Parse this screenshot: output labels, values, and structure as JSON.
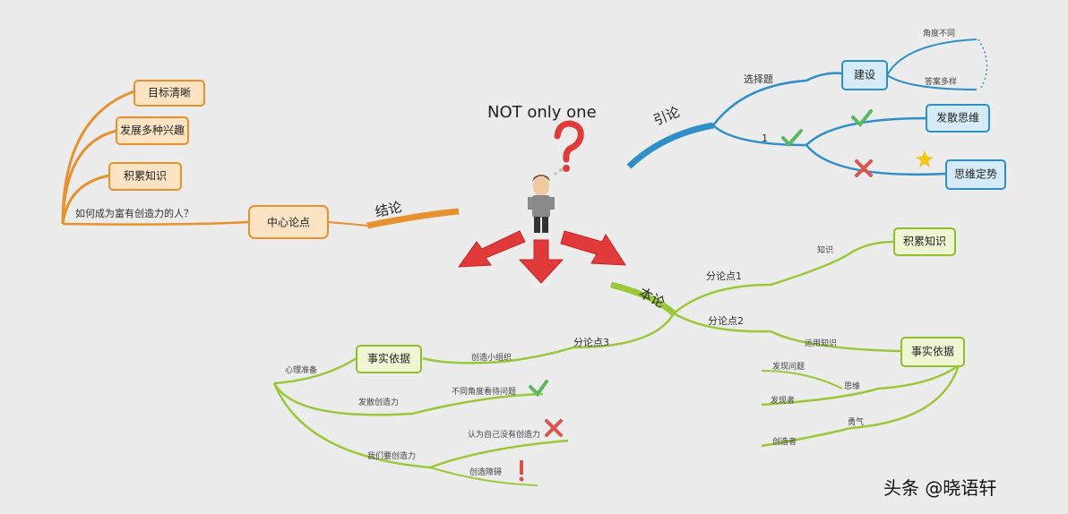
{
  "title": "NOT only one",
  "watermark": "头条 @晓语轩",
  "left_branch": {
    "root_label": "结论",
    "center_box": "中心论点",
    "question": "如何成为富有创造力的人？",
    "boxes": [
      "目标清晰",
      "发展多种兴趣",
      "积累知识"
    ]
  },
  "top_right_branch": {
    "root_label": "引论",
    "sub_a": "选择题",
    "box_a": "建设",
    "leaf_a1": "角度不同",
    "leaf_a2": "答案多样",
    "sub_b": "1",
    "box_b1": "发散思维",
    "box_b2": "思维定势"
  },
  "bottom_branch": {
    "root_label": "本论",
    "p1": "分论点1",
    "p1_leaf": "知识",
    "p1_box": "积累知识",
    "p2": "分论点2",
    "p2_leaf": "运用知识",
    "p2_box": "事实依据",
    "p2_leaves": [
      "发现问题",
      "思维",
      "发现者",
      "勇气",
      "创造者"
    ],
    "p3": "分论点3",
    "p3_leaf": "创造小组织",
    "p3_box": "事实依据",
    "p3_leaves": [
      "心理准备",
      "发散创造力",
      "不同角度看待问题",
      "我们要创造力",
      "认为自己没有创造力",
      "创造障碍"
    ]
  },
  "colors": {
    "orange": "#e7912f",
    "blue": "#2f8fc8",
    "green": "#9bc83a",
    "red_arrow": "#e03a3a",
    "check": "#5cb85c",
    "cross": "#d9534f",
    "star": "#f5c518"
  },
  "icons": [
    "question-mark-icon",
    "person-icon",
    "arrow-left-icon",
    "arrow-down-icon",
    "arrow-right-icon",
    "check-icon",
    "cross-icon",
    "star-icon",
    "exclamation-icon"
  ]
}
